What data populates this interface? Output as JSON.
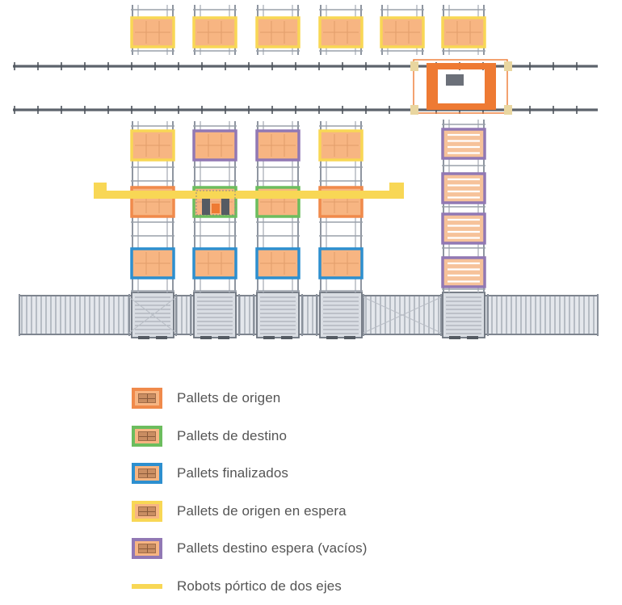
{
  "colors": {
    "origin": "#f08a4b",
    "destination": "#6cbd5e",
    "finished": "#2d8fcf",
    "origin_waiting": "#f8d755",
    "destination_waiting": "#9178b4",
    "gantry_robot": "#f8d755",
    "pallet_fill": "#f7b582",
    "gantry_head": "#ee7a33"
  },
  "layout_columns": [
    {
      "id": "c1",
      "top": "origin_waiting",
      "upper": "origin_waiting",
      "middle": "origin",
      "lower": "finished"
    },
    {
      "id": "c2",
      "top": "origin_waiting",
      "upper": "destination_waiting",
      "middle": "destination",
      "lower": "finished"
    },
    {
      "id": "c3",
      "top": "origin_waiting",
      "upper": "destination_waiting",
      "middle": "destination",
      "lower": "finished"
    },
    {
      "id": "c4",
      "top": "origin_waiting",
      "upper": "origin_waiting",
      "middle": "origin",
      "lower": "finished"
    },
    {
      "id": "c5",
      "top": "origin_waiting"
    },
    {
      "id": "c6",
      "top": "origin_waiting",
      "empty_stack": [
        "destination_waiting",
        "destination_waiting",
        "destination_waiting",
        "destination_waiting"
      ]
    }
  ],
  "legend": [
    {
      "name": "origin",
      "label": "Pallets de origen",
      "icon": "pallet-icon"
    },
    {
      "name": "destination",
      "label": "Pallets de destino",
      "icon": "pallet-icon"
    },
    {
      "name": "finished",
      "label": "Pallets finalizados",
      "icon": "pallet-icon"
    },
    {
      "name": "origin-waiting",
      "label": "Pallets de origen en espera",
      "icon": "pallet-icon"
    },
    {
      "name": "destination-waiting",
      "label": "Pallets destino espera (vacíos)",
      "icon": "pallet-icon"
    },
    {
      "name": "gantry-robot",
      "label": "Robots pórtico de dos ejes",
      "icon": "line-icon"
    }
  ]
}
